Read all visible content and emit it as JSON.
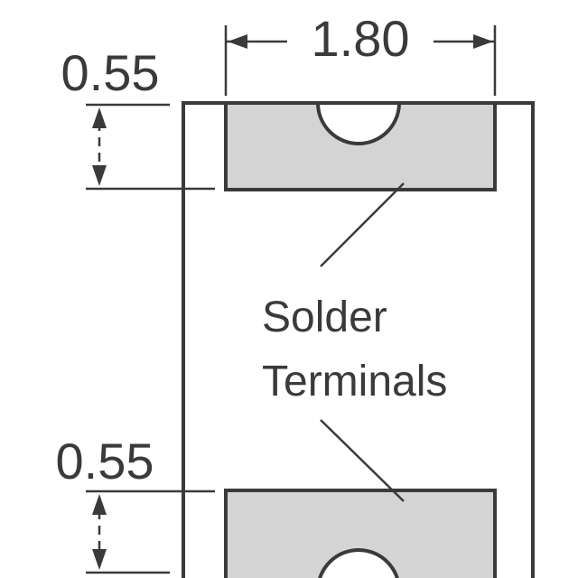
{
  "dimensions": {
    "width_label": "1.80",
    "top_terminal_height_label": "0.55",
    "bottom_terminal_height_label": "0.55"
  },
  "callout": {
    "line1": "Solder",
    "line2": "Terminals"
  },
  "colors": {
    "outline": "#3a3a3a",
    "terminal_fill": "#d4d4d4",
    "background": "#ffffff"
  }
}
